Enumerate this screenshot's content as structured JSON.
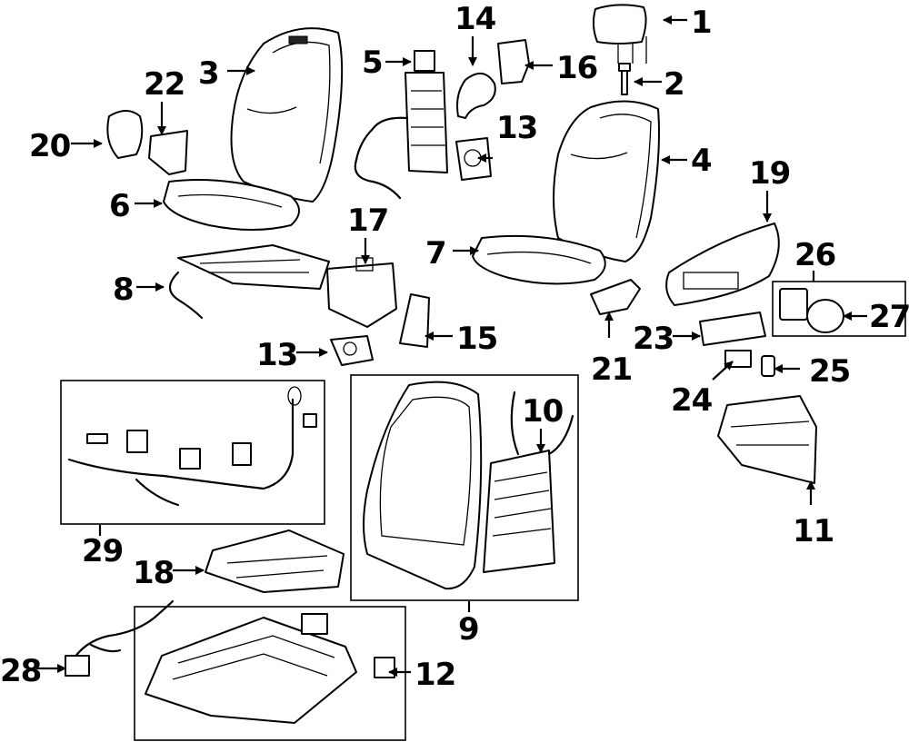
{
  "diagram": {
    "callouts": [
      {
        "id": "c1",
        "text": "1"
      },
      {
        "id": "c2",
        "text": "2"
      },
      {
        "id": "c3",
        "text": "3"
      },
      {
        "id": "c4",
        "text": "4"
      },
      {
        "id": "c5",
        "text": "5"
      },
      {
        "id": "c6",
        "text": "6"
      },
      {
        "id": "c7",
        "text": "7"
      },
      {
        "id": "c8",
        "text": "8"
      },
      {
        "id": "c9",
        "text": "9"
      },
      {
        "id": "c10",
        "text": "10"
      },
      {
        "id": "c11",
        "text": "11"
      },
      {
        "id": "c12",
        "text": "12"
      },
      {
        "id": "c13a",
        "text": "13"
      },
      {
        "id": "c13b",
        "text": "13"
      },
      {
        "id": "c14",
        "text": "14"
      },
      {
        "id": "c15",
        "text": "15"
      },
      {
        "id": "c16",
        "text": "16"
      },
      {
        "id": "c17",
        "text": "17"
      },
      {
        "id": "c18",
        "text": "18"
      },
      {
        "id": "c19",
        "text": "19"
      },
      {
        "id": "c20",
        "text": "20"
      },
      {
        "id": "c21",
        "text": "21"
      },
      {
        "id": "c22",
        "text": "22"
      },
      {
        "id": "c23",
        "text": "23"
      },
      {
        "id": "c24",
        "text": "24"
      },
      {
        "id": "c25",
        "text": "25"
      },
      {
        "id": "c26",
        "text": "26"
      },
      {
        "id": "c27",
        "text": "27"
      },
      {
        "id": "c28",
        "text": "28"
      },
      {
        "id": "c29",
        "text": "29"
      }
    ]
  }
}
